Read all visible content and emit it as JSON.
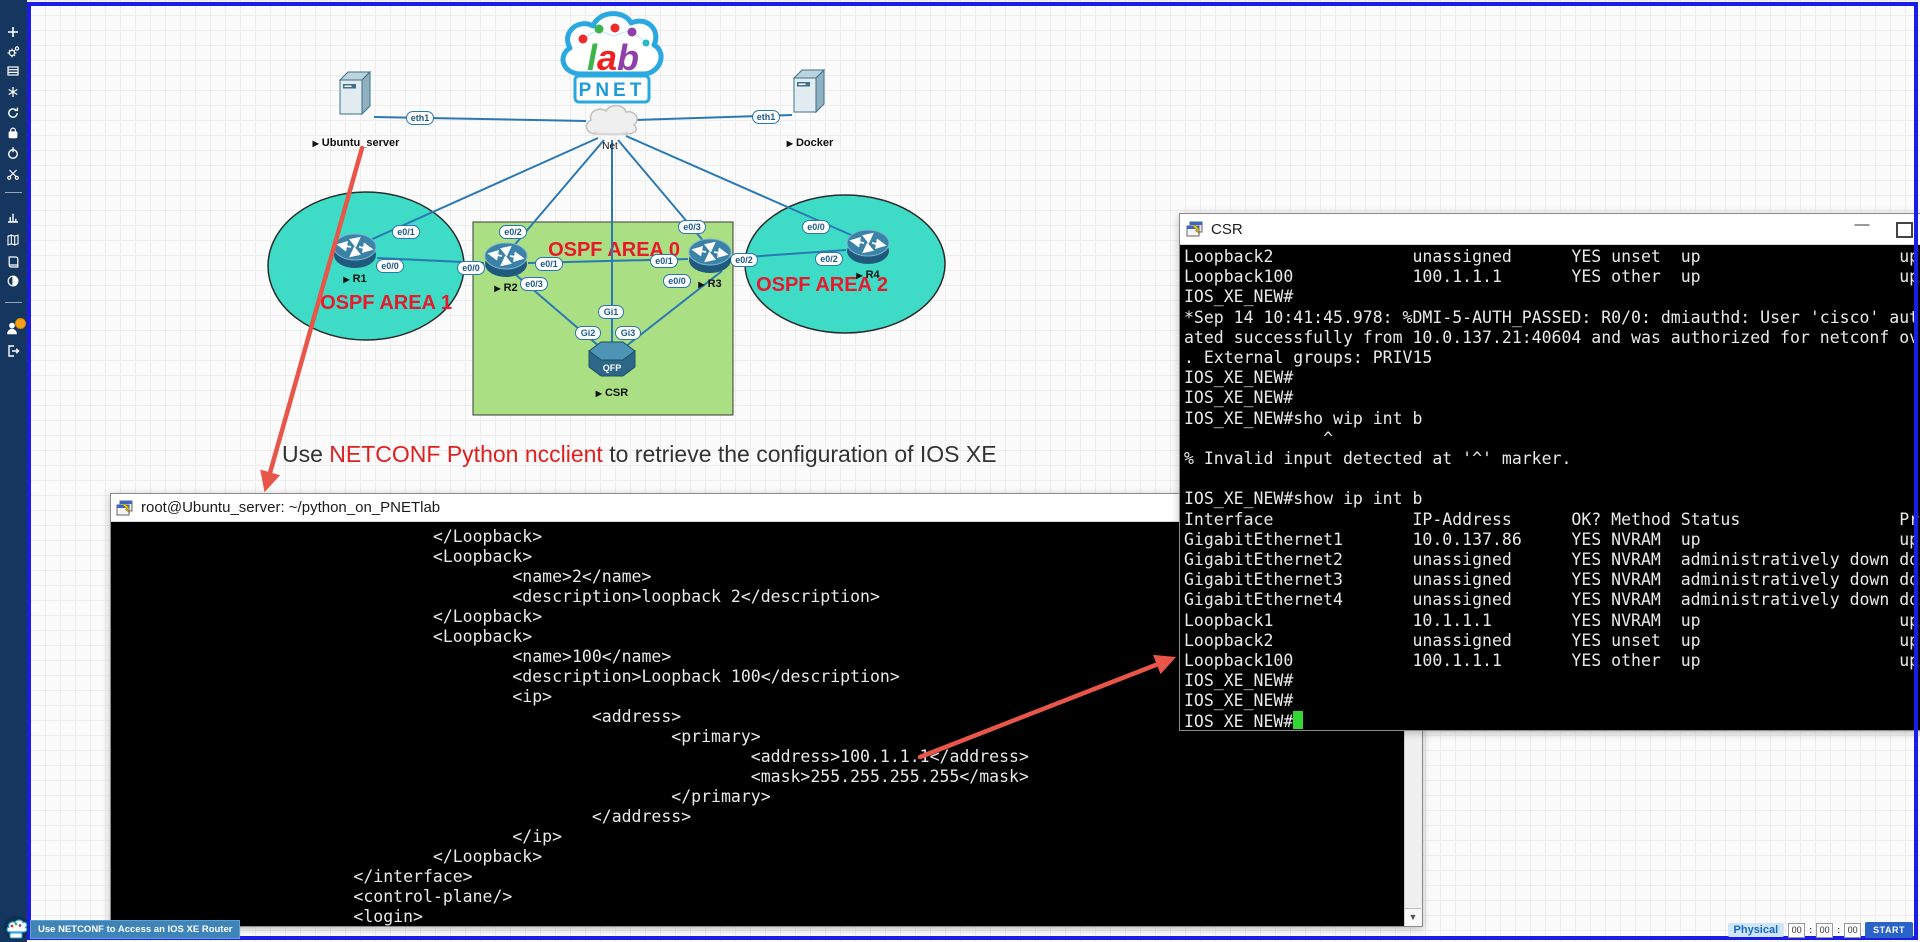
{
  "sidebar": {
    "items": [
      {
        "name": "add"
      },
      {
        "name": "settings"
      },
      {
        "name": "list"
      },
      {
        "name": "cluster"
      },
      {
        "name": "refresh"
      },
      {
        "name": "lock"
      },
      {
        "name": "shutdown"
      },
      {
        "name": "tools"
      },
      {
        "name": "chart"
      },
      {
        "name": "map"
      },
      {
        "name": "book"
      },
      {
        "name": "theme"
      },
      {
        "name": "user"
      },
      {
        "name": "logout"
      }
    ]
  },
  "topology": {
    "play_glyph": "▶",
    "logo": {
      "lab_letters": [
        "l",
        "a",
        "b"
      ],
      "name": "PNET"
    },
    "areas": [
      {
        "label": "OSPF AREA 1"
      },
      {
        "label": "OSPF AREA 0"
      },
      {
        "label": "OSPF AREA 2"
      }
    ],
    "nodes": [
      {
        "label": "Ubuntu_server"
      },
      {
        "label": "Net"
      },
      {
        "label": "Docker"
      },
      {
        "label": "R1"
      },
      {
        "label": "R2"
      },
      {
        "label": "R3"
      },
      {
        "label": "R4"
      },
      {
        "label": "CSR"
      }
    ],
    "csr_chip_label": "QFP",
    "port_labels": [
      "eth1",
      "eth1",
      "e0/1",
      "e0/0",
      "e0/0",
      "e0/2",
      "e0/1",
      "e0/3",
      "e0/3",
      "e0/1",
      "e0/0",
      "e0/2",
      "e0/2",
      "e0/0",
      "Gi1",
      "Gi2",
      "Gi3"
    ]
  },
  "caption": {
    "prefix": "Use ",
    "highlight": "NETCONF Python ncclient",
    "suffix": " to retrieve the configuration of IOS XE"
  },
  "ubuntu_window": {
    "title": "root@Ubuntu_server: ~/python_on_PNETlab",
    "scroll_down_glyph": "▼",
    "lines": [
      "                                </Loopback>",
      "                                <Loopback>",
      "                                        <name>2</name>",
      "                                        <description>loopback 2</description>",
      "                                </Loopback>",
      "                                <Loopback>",
      "                                        <name>100</name>",
      "                                        <description>Loopback 100</description>",
      "                                        <ip>",
      "                                                <address>",
      "                                                        <primary>",
      "                                                                <address>100.1.1.1</address>",
      "                                                                <mask>255.255.255.255</mask>",
      "                                                        </primary>",
      "                                                </address>",
      "                                        </ip>",
      "                                </Loopback>",
      "                        </interface>",
      "                        <control-plane/>",
      "                        <login>"
    ]
  },
  "csr_window": {
    "title": "CSR",
    "minimize_glyph": "—",
    "lines": [
      "Loopback2              unassigned      YES unset  up                    up",
      "Loopback100            100.1.1.1       YES other  up                    up",
      "IOS_XE_NEW#",
      "*Sep 14 10:41:45.978: %DMI-5-AUTH_PASSED: R0/0: dmiauthd: User 'cisco' aut",
      "ated successfully from 10.0.137.21:40604 and was authorized for netconf ov",
      ". External groups: PRIV15",
      "IOS_XE_NEW#",
      "IOS_XE_NEW#",
      "IOS_XE_NEW#sho wip int b",
      "              ^",
      "% Invalid input detected at '^' marker.",
      "",
      "IOS_XE_NEW#show ip int b",
      "Interface              IP-Address      OK? Method Status                Pr",
      "GigabitEthernet1       10.0.137.86     YES NVRAM  up                    up",
      "GigabitEthernet2       unassigned      YES NVRAM  administratively down do",
      "GigabitEthernet3       unassigned      YES NVRAM  administratively down do",
      "GigabitEthernet4       unassigned      YES NVRAM  administratively down do",
      "Loopback1              10.1.1.1        YES NVRAM  up                    up",
      "Loopback2              unassigned      YES unset  up                    up",
      "Loopback100            100.1.1.1       YES other  up                    up",
      "IOS_XE_NEW#",
      "IOS_XE_NEW#",
      "IOS_XE_NEW#"
    ]
  },
  "status_bar": {
    "tooltip": "Use NETCONF to Access an IOS XE Router",
    "mode": "Physical",
    "timer": [
      "00",
      "00",
      "00"
    ],
    "timer_separator": ":",
    "start_label": "START"
  },
  "colors": {
    "sidebar_navy": "#15375f",
    "frame_blue": "#1c1ce8",
    "link_blue": "#2a79b5",
    "area_teal": "#3edcc6",
    "area_green": "#abdf83",
    "ospf_red": "#e8192c",
    "arrow_red": "#e8564a",
    "cursor_green": "#32d732"
  }
}
